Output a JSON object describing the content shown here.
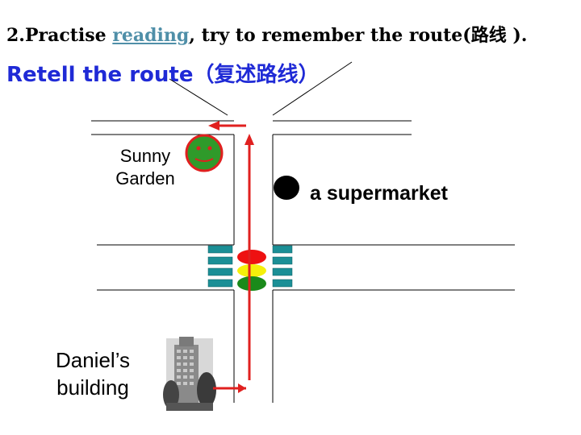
{
  "header": {
    "line1_pre": "2.Practise ",
    "line1_link": "reading",
    "line1_post": ", try to remember the route(路线 ).",
    "line2": "Retell the route（复述路线）"
  },
  "labels": {
    "sunny_garden_l1": "Sunny",
    "sunny_garden_l2": "Garden",
    "daniel_l1": "Daniel’s",
    "daniel_l2": "building",
    "supermarket": "a supermarket"
  },
  "colors": {
    "arrow": "#e0201f",
    "light_red": "#ee1111",
    "light_yellow": "#f5f00a",
    "light_green": "#1a8a1a",
    "crossing": "#1b8f96",
    "smiley": "#2f9a2a",
    "title_blue": "#1f2ad6"
  }
}
